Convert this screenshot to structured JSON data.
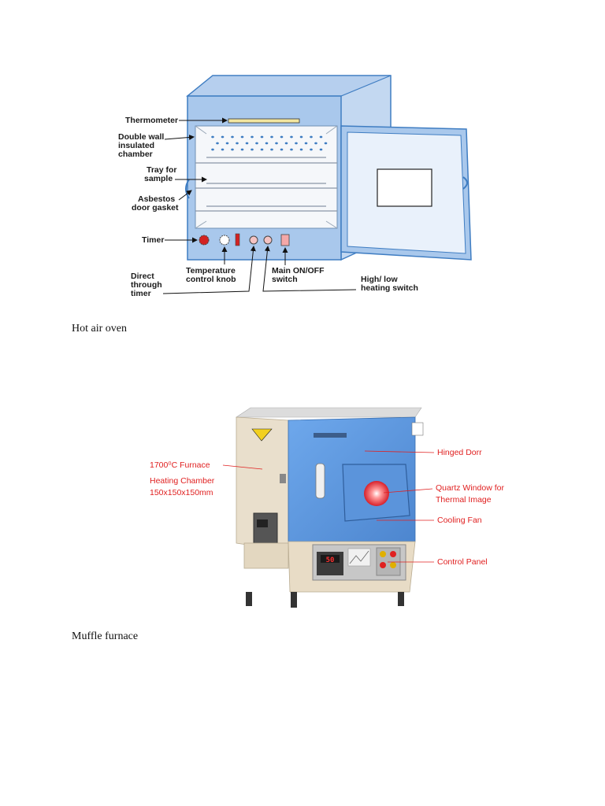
{
  "figure1": {
    "caption": "Hot air oven",
    "labels": {
      "thermometer": "Thermometer",
      "double_wall": [
        "Double wall",
        "insulated",
        "chamber"
      ],
      "tray": [
        "Tray for",
        "sample"
      ],
      "gasket": [
        "Asbestos",
        "door gasket"
      ],
      "timer": "Timer",
      "temp_knob": [
        "Temperature",
        "control knob"
      ],
      "main_switch": [
        "Main ON/OFF",
        "switch"
      ],
      "direct": [
        "Direct",
        "through",
        "timer"
      ],
      "high_low": [
        "High/ low",
        "heating switch"
      ]
    }
  },
  "figure2": {
    "caption": "Muffle furnace",
    "labels": {
      "furnace": "1700⁰C Furnace",
      "chamber": [
        "Heating Chamber",
        "150x150x150mm"
      ],
      "door": "Hinged Dorr",
      "quartz": [
        "Quartz Window for",
        "Thermal Image"
      ],
      "fan": "Cooling Fan",
      "panel": "Control Panel"
    },
    "display_value": "50"
  },
  "colors": {
    "oven_blue": "#a9c8ec",
    "oven_edge": "#3f7dc2",
    "furnace_blue": "#5e9be0",
    "furnace_beige": "#e8dcc6",
    "label_red": "#e02020"
  }
}
